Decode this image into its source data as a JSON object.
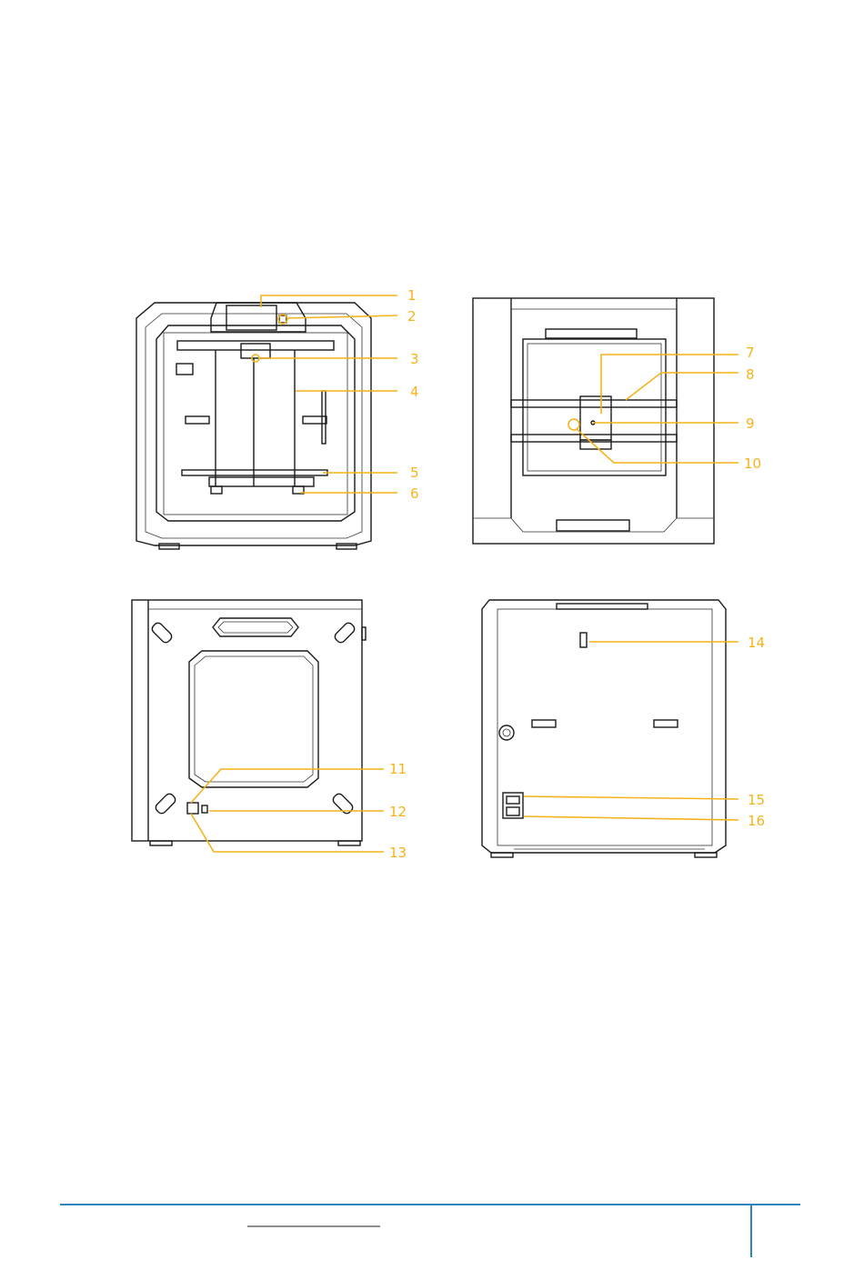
{
  "colors": {
    "callout": "#F5B21B",
    "line_art": "#1a1a1a",
    "footer_rule": "#2E86C1"
  },
  "callouts": {
    "c1": "1",
    "c2": "2",
    "c3": "3",
    "c4": "4",
    "c5": "5",
    "c6": "6",
    "c7": "7",
    "c8": "8",
    "c9": "9",
    "c10": "10",
    "c11": "11",
    "c12": "12",
    "c13": "13",
    "c14": "14",
    "c15": "15",
    "c16": "16"
  }
}
